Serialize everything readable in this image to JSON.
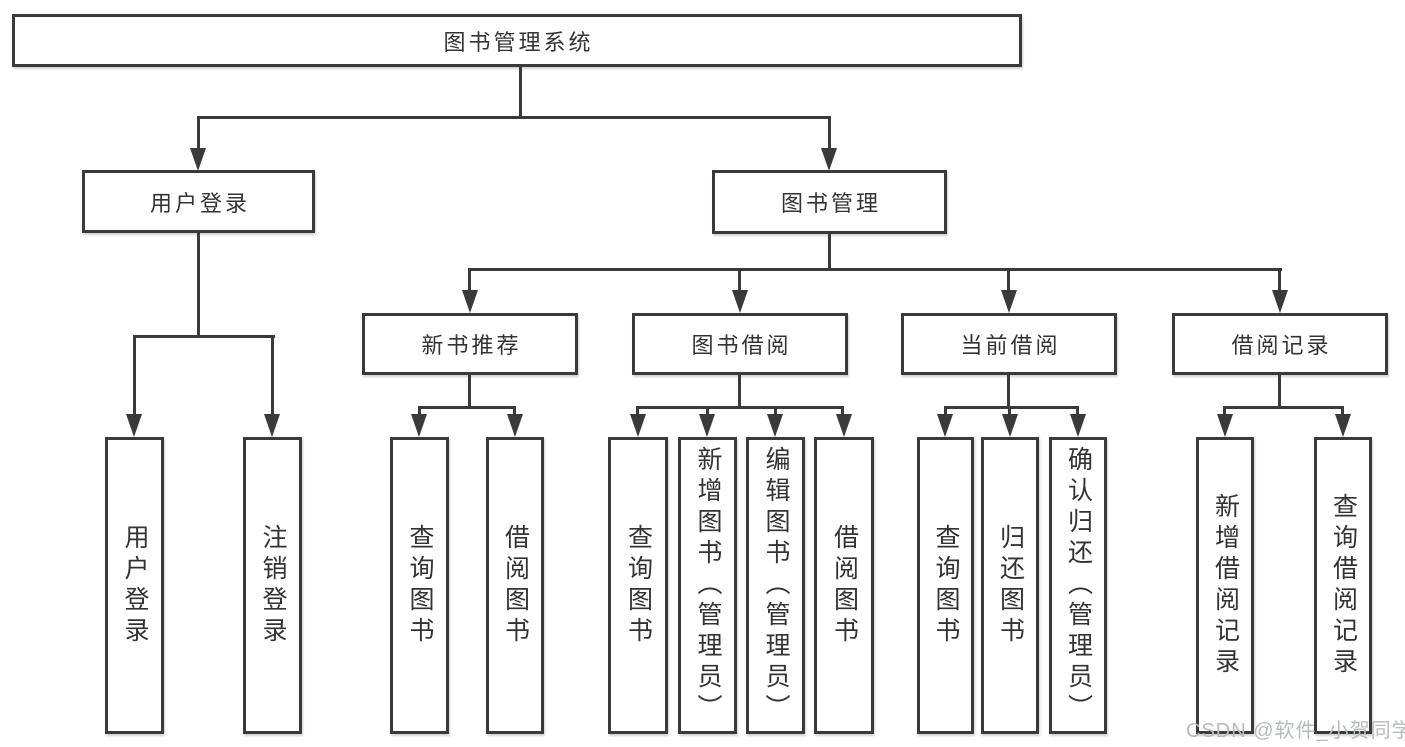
{
  "title": "图书管理系统",
  "watermark": "CSDN @软件_小贺同学",
  "colors": {
    "line": "#3a3a3a",
    "text": "#333333",
    "bg": "#ffffff",
    "watermark": "#b7babe"
  },
  "tree": {
    "label": "图书管理系统",
    "children": [
      {
        "label": "用户登录",
        "children": [
          {
            "label": "用户登录"
          },
          {
            "label": "注销登录"
          }
        ]
      },
      {
        "label": "图书管理",
        "children": [
          {
            "label": "新书推荐",
            "children": [
              {
                "label": "查询图书"
              },
              {
                "label": "借阅图书"
              }
            ]
          },
          {
            "label": "图书借阅",
            "children": [
              {
                "label": "查询图书"
              },
              {
                "label": "新增图书（管理员）"
              },
              {
                "label": "编辑图书（管理员）"
              },
              {
                "label": "借阅图书"
              }
            ]
          },
          {
            "label": "当前借阅",
            "children": [
              {
                "label": "查询图书"
              },
              {
                "label": "归还图书"
              },
              {
                "label": "确认归还（管理员）"
              }
            ]
          },
          {
            "label": "借阅记录",
            "children": [
              {
                "label": "新增借阅记录"
              },
              {
                "label": "查询借阅记录"
              }
            ]
          }
        ]
      }
    ]
  }
}
